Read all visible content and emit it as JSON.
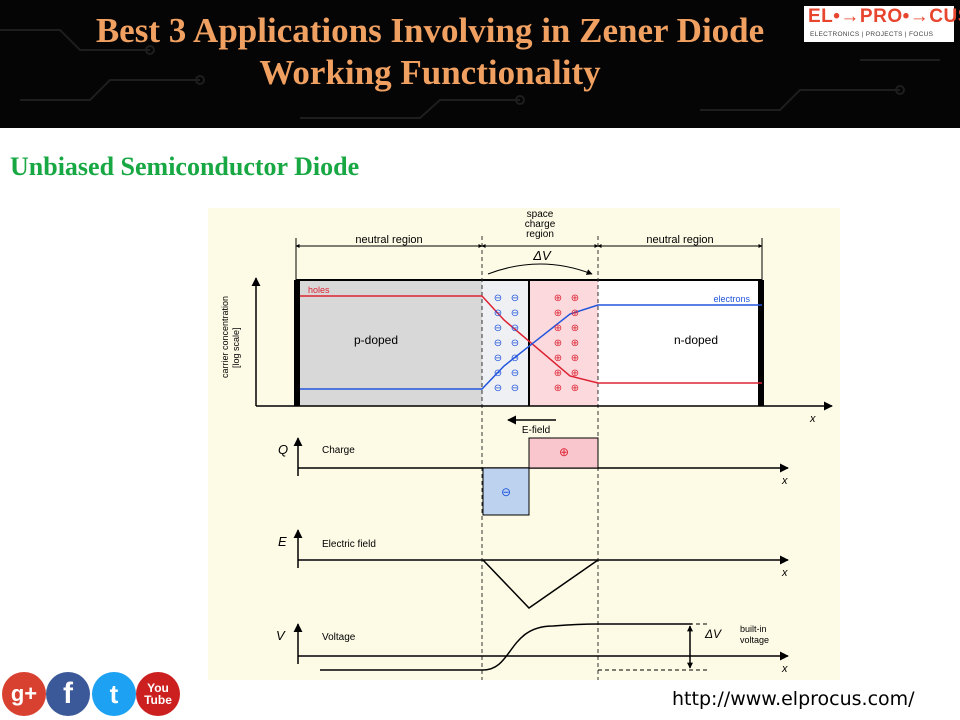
{
  "slide": {
    "title": "Best 3 Applications Involving in Zener Diode Working Functionality",
    "subtitle": "Unbiased Semiconductor Diode",
    "url": "http://www.elprocus.com/"
  },
  "logo": {
    "main": "EL•→PRO•→CUS",
    "sub": "ELECTRONICS | PROJECTS | FOCUS"
  },
  "social": {
    "gplus": "g+",
    "facebook": "f",
    "twitter": "t",
    "youtube_line1": "You",
    "youtube_line2": "Tube"
  },
  "diagram": {
    "labels": {
      "neutral_left": "neutral region",
      "neutral_right": "neutral region",
      "space_charge_1": "space",
      "space_charge_2": "charge",
      "space_charge_3": "region",
      "delta_v_top": "ΔV",
      "holes": "holes",
      "electrons": "electrons",
      "p_doped": "p-doped",
      "n_doped": "n-doped",
      "y_axis_1": "carrier concentration",
      "y_axis_2": "[log scale]",
      "e_field": "E-field",
      "x_axis": "x",
      "q_axis": "Q",
      "charge": "Charge",
      "e_axis": "E",
      "electric_field": "Electric field",
      "v_axis": "V",
      "voltage": "Voltage",
      "delta_v_side": "ΔV",
      "built_in_1": "built-in",
      "built_in_2": "voltage",
      "minus": "⊖",
      "plus": "⊕"
    },
    "colors": {
      "holes": "#dd2233",
      "electrons": "#2255dd",
      "p_region": "#d8d8d8",
      "n_region": "#ffffff",
      "negative_fill": "#bcd2ee",
      "positive_fill": "#f8c6cc"
    }
  }
}
